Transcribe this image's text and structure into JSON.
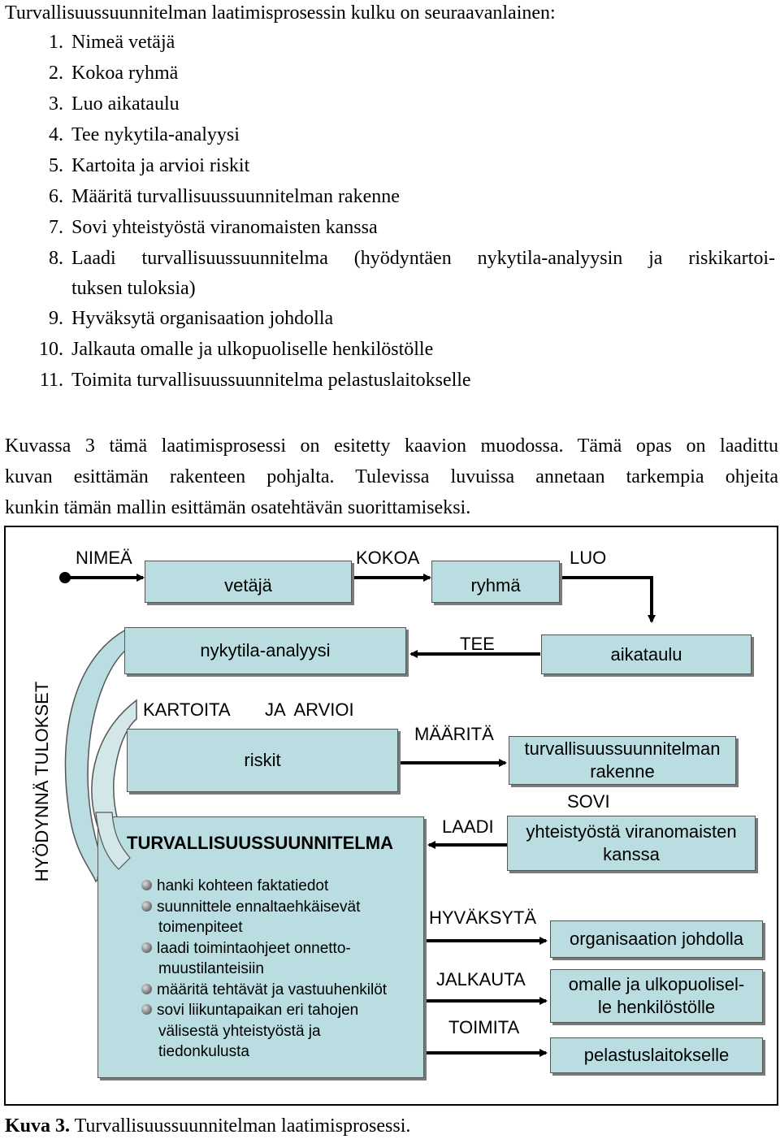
{
  "intro": "Turvallisuussuunnitelman laatimisprosessin kulku on seuraavanlainen:",
  "steps": [
    {
      "num": "1.",
      "text": "Nimeä vetäjä"
    },
    {
      "num": "2.",
      "text": "Kokoa ryhmä"
    },
    {
      "num": "3.",
      "text": "Luo aikataulu"
    },
    {
      "num": "4.",
      "text": "Tee nykytila-analyysi"
    },
    {
      "num": "5.",
      "text": "Kartoita ja arvioi riskit"
    },
    {
      "num": "6.",
      "text": "Määritä turvallisuussuunnitelman rakenne"
    },
    {
      "num": "7.",
      "text": "Sovi yhteistyöstä viranomaisten kanssa"
    },
    {
      "num": "8.",
      "text": "Laadi turvallisuussuunnitelma (hyödyntäen nykytila-analyysin ja riskikartoi-",
      "cont": "tuksen tuloksia)"
    },
    {
      "num": "9.",
      "text": "Hyväksytä organisaation johdolla"
    },
    {
      "num": "10.",
      "text": "Jalkauta omalle ja ulkopuoliselle henkilöstölle"
    },
    {
      "num": "11.",
      "text": "Toimita turvallisuussuunnitelma pelastuslaitokselle"
    }
  ],
  "paragraph": [
    "Kuvassa 3 tämä laatimisprosessi on esitetty kaavion muodossa. Tämä opas on laadittu",
    "kuvan esittämän rakenteen pohjalta. Tulevissa luvuissa annetaan tarkempia ohjeita",
    "kunkin tämän mallin esittämän osatehtävän suorittamiseksi."
  ],
  "diagram": {
    "verbs": {
      "nimea": "NIMEÄ",
      "kokoa": "KOKOA",
      "luo": "LUO",
      "tee": "TEE",
      "kartoita": "KARTOITA",
      "ja_arvioi": "JA  ARVIOI",
      "maarita": "MÄÄRITÄ",
      "sovi": "SOVI",
      "laadi": "LAADI",
      "hyvaksyta": "HYVÄKSYTÄ",
      "jalkauta": "JALKAUTA",
      "toimita": "TOIMITA"
    },
    "boxes": {
      "vetaja": "vetäjä",
      "ryhma": "ryhmä",
      "aikataulu": "aikataulu",
      "nykytila": "nykytila-analyysi",
      "riskit": "riskit",
      "rakenne": "turvallisuussuunnitelman rakenne",
      "yhteistyo": "yhteistyöstä viranomaisten kanssa",
      "suunnitelma_title": "TURVALLISUUSSUUNNITELMA",
      "johdolla": "organisaation johdolla",
      "henkilosto": "omalle ja ulkopuolisel-le henkilöstölle",
      "pelastus": "pelastuslaitokselle"
    },
    "side_label": "HYÖDYNNÄ TULOKSET",
    "bullets": [
      {
        "t": "hanki kohteen faktatiedot"
      },
      {
        "t": "suunnittele ennaltaehkäisevät",
        "t2": "toimenpiteet"
      },
      {
        "t": "laadi toimintaohjeet onnetto-",
        "t2": "muustilanteisiin"
      },
      {
        "t": "määritä tehtävät ja vastuuhenkilöt"
      },
      {
        "t": "sovi liikuntapaikan eri tahojen",
        "t2": "välisestä  yhteistyöstä ja",
        "t3": "tiedonkulusta"
      }
    ]
  },
  "caption": {
    "label": "Kuva 3.",
    "text": "Turvallisuussuunnitelman laatimisprosessi."
  }
}
